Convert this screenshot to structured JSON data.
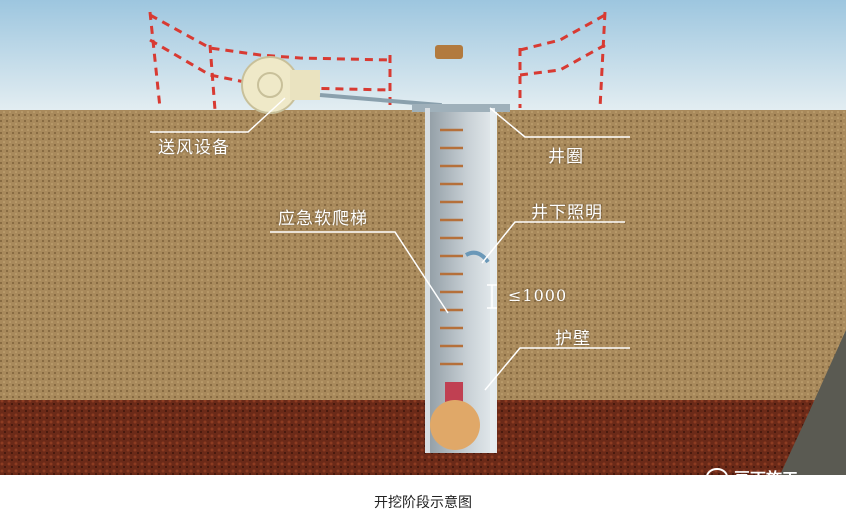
{
  "labels": {
    "ventilation": "送风设备",
    "well_ring": "井圈",
    "ladder": "应急软爬梯",
    "lighting": "井下照明",
    "spacing": "≤1000",
    "retaining_wall": "护壁"
  },
  "caption": "开挖阶段示意图",
  "watermark": "豆丁施工",
  "colors": {
    "sky": "#b9d6e6",
    "soil": "#a9885a",
    "deep_soil": "#6a2a1a",
    "shaft": "#b8c2c8",
    "ladder": "#b5703a",
    "fence_red": "#d83a32"
  }
}
